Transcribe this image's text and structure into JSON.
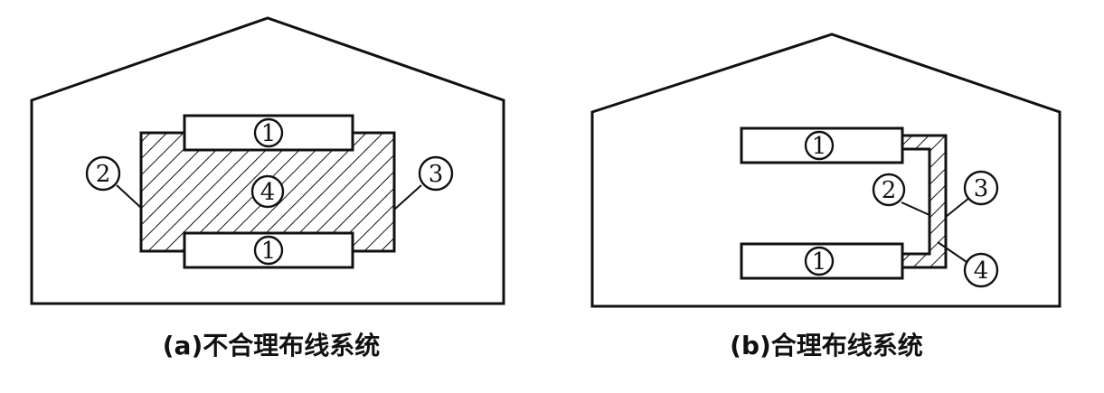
{
  "diagram": {
    "panel_a": {
      "caption": "(a)不合理布线系统",
      "labels": {
        "one_top": "1",
        "one_bottom": "1",
        "two": "2",
        "three": "3",
        "four": "4"
      }
    },
    "panel_b": {
      "caption": "(b)合理布线系统",
      "labels": {
        "one_top": "1",
        "one_bottom": "1",
        "two": "2",
        "three": "3",
        "four": "4"
      }
    },
    "colors": {
      "stroke": "#111111",
      "background": "#ffffff"
    }
  }
}
